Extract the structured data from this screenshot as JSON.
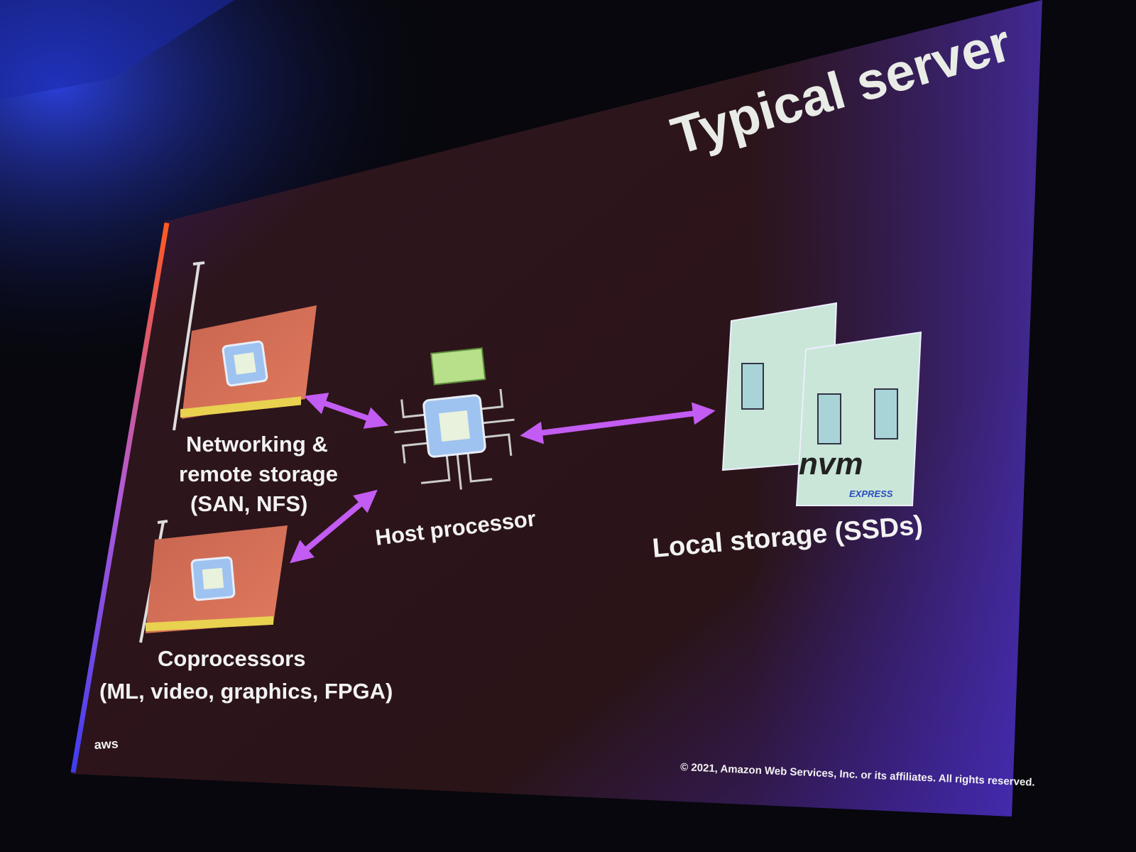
{
  "slide": {
    "title": "Typical server",
    "networking_label": [
      "Networking &",
      "remote storage",
      "(SAN, NFS)"
    ],
    "coprocessors_label": [
      "Coprocessors",
      "(ML, video,  graphics, FPGA)"
    ],
    "host_label": "Host processor",
    "storage_label": "Local storage (SSDs)",
    "nvm_logo": "nvm",
    "nvm_logo_sub": "EXPRESS",
    "aws_logo": "aws",
    "copyright": "© 2021, Amazon Web Services, Inc. or its affiliates. All rights reserved."
  },
  "colors": {
    "arrow": "#c35cf2",
    "card": "#d9705a",
    "chip": "#9fc3f0",
    "ssd": "#c9e6d8",
    "slide_bg": "#2b1419",
    "accent_edge": "#ff6a2a"
  }
}
